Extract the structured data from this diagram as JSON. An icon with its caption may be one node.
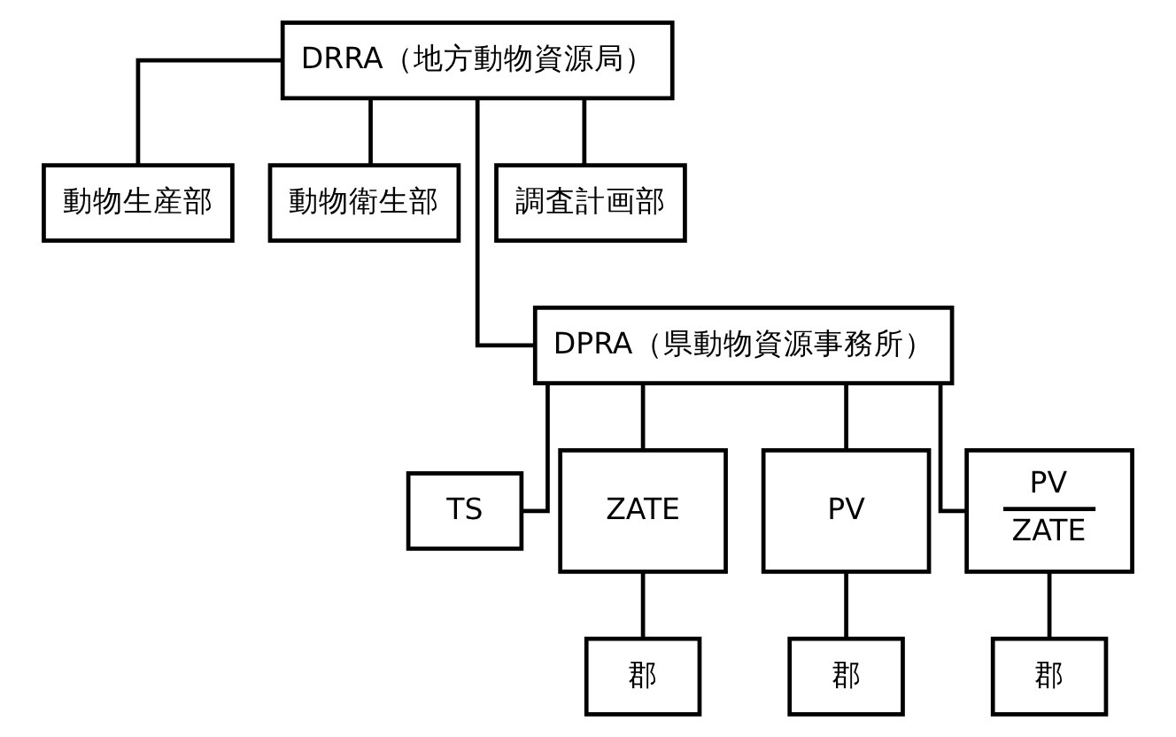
{
  "diagram": {
    "nodes": [
      {
        "text": [
          "DRRA（地方動物資源局）"
        ]
      },
      {
        "text": [
          "動物生産部"
        ]
      },
      {
        "text": [
          "動物衛生部"
        ]
      },
      {
        "text": [
          "調査計画部"
        ]
      },
      {
        "text": [
          "DPRA（県動物資源事務所）"
        ]
      },
      {
        "text": [
          "TS"
        ]
      },
      {
        "text": [
          "ZATE"
        ]
      },
      {
        "text": [
          "PV"
        ]
      },
      {
        "text": [
          "PV",
          "ZATE"
        ]
      },
      {
        "text": [
          "郡"
        ]
      },
      {
        "text": [
          "郡"
        ]
      },
      {
        "text": [
          "郡"
        ]
      }
    ],
    "edges": [
      {
        "from": 0,
        "to": 1,
        "arrow": "none"
      },
      {
        "from": 0,
        "to": 2,
        "arrow": "none"
      },
      {
        "from": 0,
        "to": 3,
        "arrow": "none"
      },
      {
        "from": 0,
        "to": 4,
        "arrow": "none"
      },
      {
        "from": 4,
        "to": 5,
        "arrow": "none"
      },
      {
        "from": 4,
        "to": 6,
        "arrow": "none"
      },
      {
        "from": 4,
        "to": 7,
        "arrow": "none"
      },
      {
        "from": 4,
        "to": 8,
        "arrow": "none"
      },
      {
        "from": 6,
        "to": 9,
        "arrow": "none"
      },
      {
        "from": 7,
        "to": 10,
        "arrow": "none"
      },
      {
        "from": 8,
        "to": 11,
        "arrow": "none"
      }
    ]
  }
}
